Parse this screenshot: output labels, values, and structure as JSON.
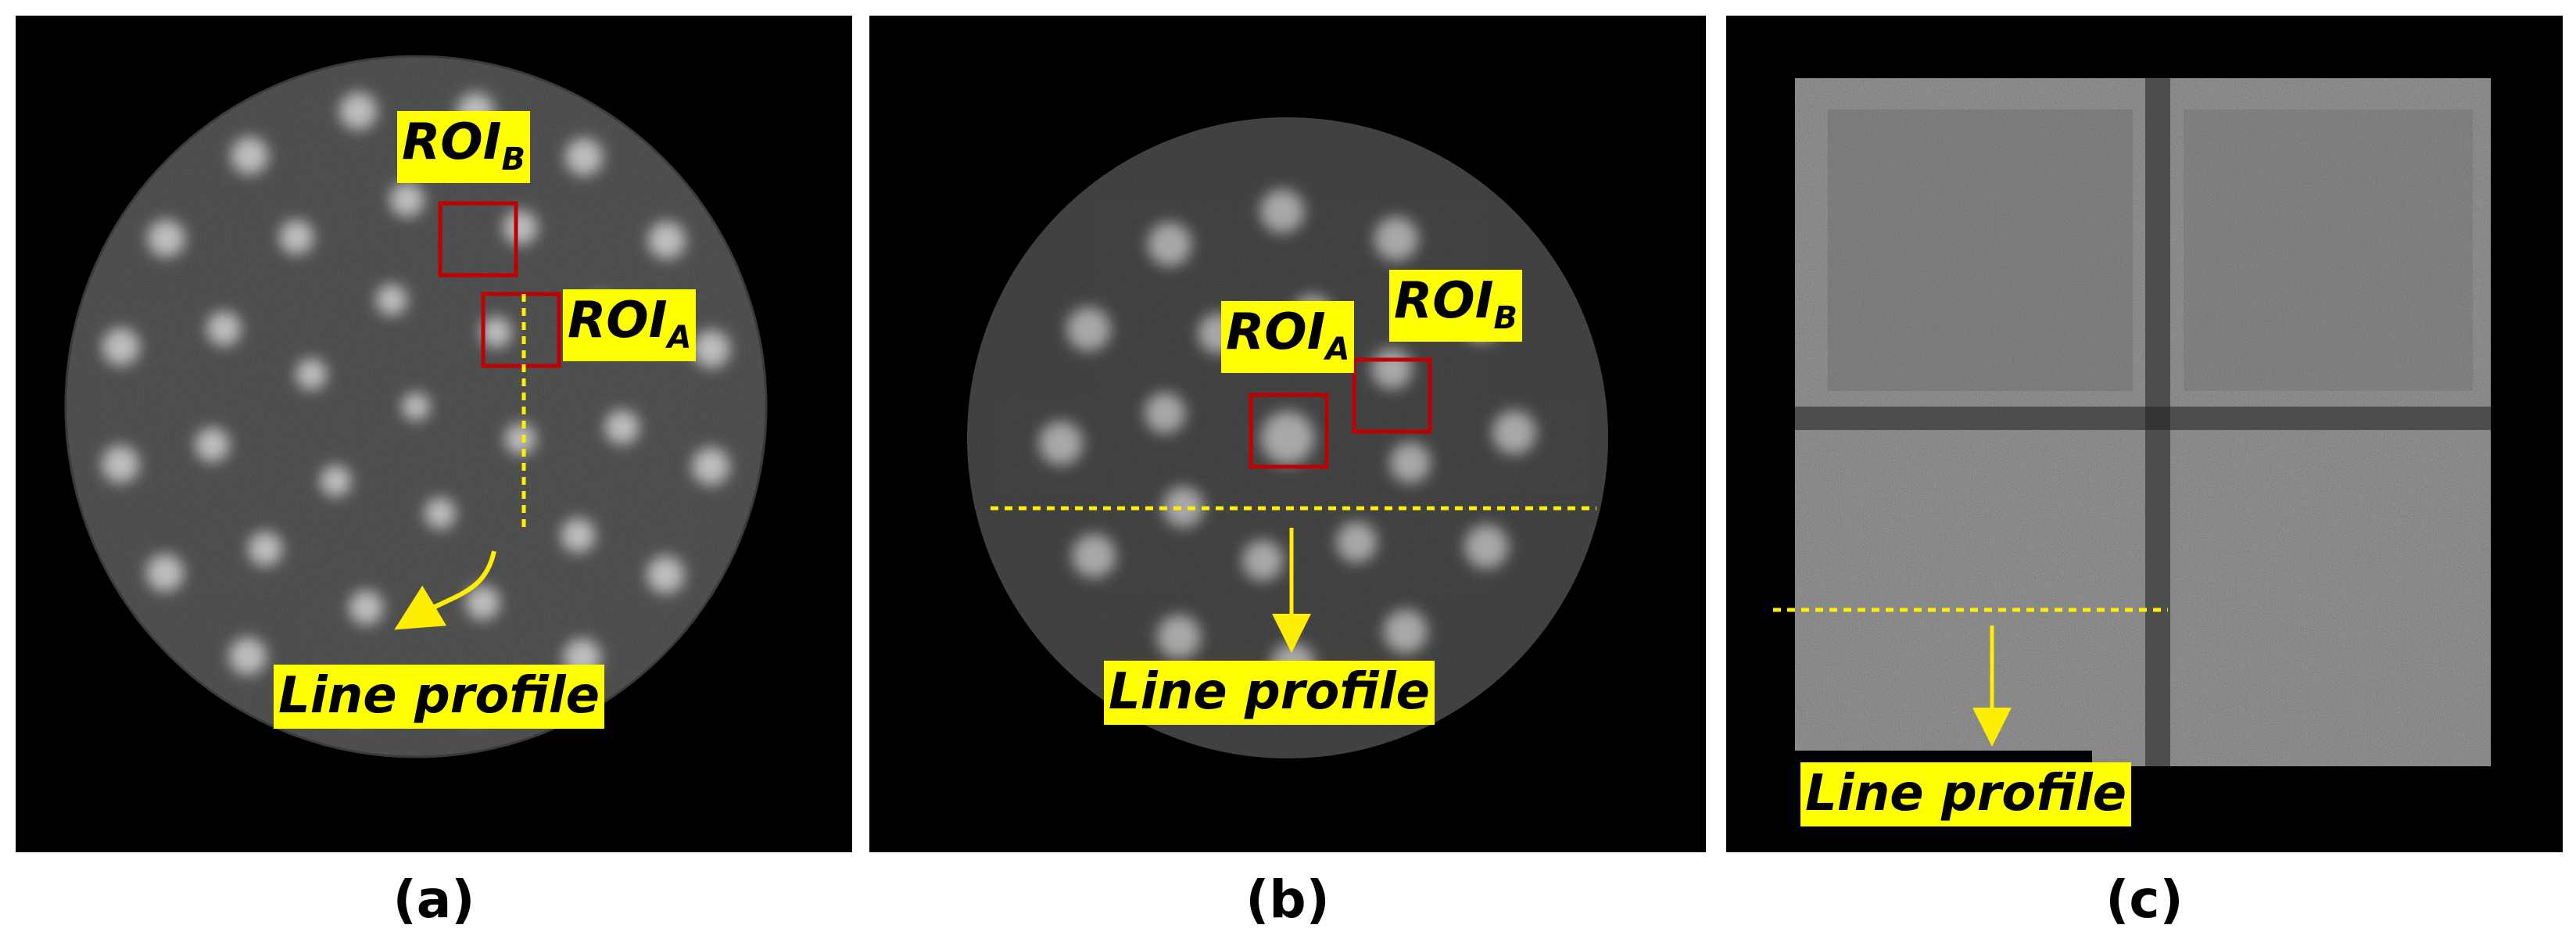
{
  "panels": [
    {
      "id": "a",
      "caption": "(a)",
      "roi_a": {
        "text": "ROI",
        "sub": "A"
      },
      "roi_b": {
        "text": "ROI",
        "sub": "B"
      },
      "line_label": "Line profile"
    },
    {
      "id": "b",
      "caption": "(b)",
      "roi_a": {
        "text": "ROI",
        "sub": "A"
      },
      "roi_b": {
        "text": "ROI",
        "sub": "B"
      },
      "line_label": "Line profile"
    },
    {
      "id": "c",
      "caption": "(c)",
      "line_label": "Line profile"
    }
  ],
  "colors": {
    "label_bg": "#ffff00",
    "roi_box": "#c00000",
    "line": "#ffee00",
    "panel_bg": "#000000"
  }
}
